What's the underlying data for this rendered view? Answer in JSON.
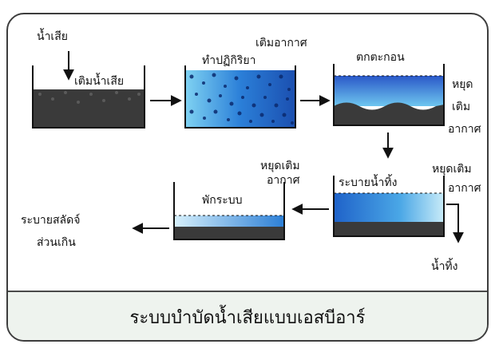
{
  "title": "ระบบบำบัดน้ำเสียแบบเอสบีอาร์",
  "labels": {
    "wastewater_in": "น้ำเสีย",
    "fill": "เติมน้ำเสีย",
    "aerate": "เติมอากาศ",
    "react": "ทำปฏิกิริยา",
    "settle": "ตกตะกอน",
    "stop_aeration_1": "หยุด",
    "stop_aeration_2": "เติม",
    "stop_aeration_3": "อากาศ",
    "decant": "ระบายน้ำทิ้ง",
    "decant_stop_air_1": "หยุดเติม",
    "decant_stop_air_2": "อากาศ",
    "idle_stop_air_1": "หยุดเติม",
    "idle_stop_air_2": "อากาศ",
    "idle": "พักระบบ",
    "sludge_out_1": "ระบายสลัดจ์",
    "sludge_out_2": "ส่วนเกิน",
    "effluent": "น้ำทิ้ง"
  },
  "colors": {
    "sludge": "#3a3a3a",
    "water_blue": "#1e6fd0",
    "water_light": "#bfe6f7",
    "caption_bg": "#eef3ee"
  }
}
